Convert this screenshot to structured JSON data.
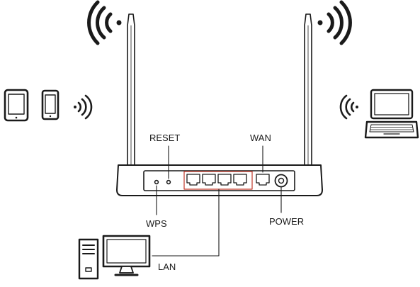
{
  "labels": {
    "reset": "RESET",
    "wan": "WAN",
    "wps": "WPS",
    "power": "POWER",
    "lan": "LAN"
  },
  "colors": {
    "line": "#1a1a1a",
    "lan_highlight": "#c0392b",
    "background": "#ffffff"
  },
  "icons": [
    "tablet-icon",
    "smartphone-icon",
    "wifi-signal-icon",
    "laptop-icon",
    "desktop-tower-icon",
    "monitor-icon",
    "antenna-icon",
    "router-icon"
  ],
  "lan_port_count": 4
}
